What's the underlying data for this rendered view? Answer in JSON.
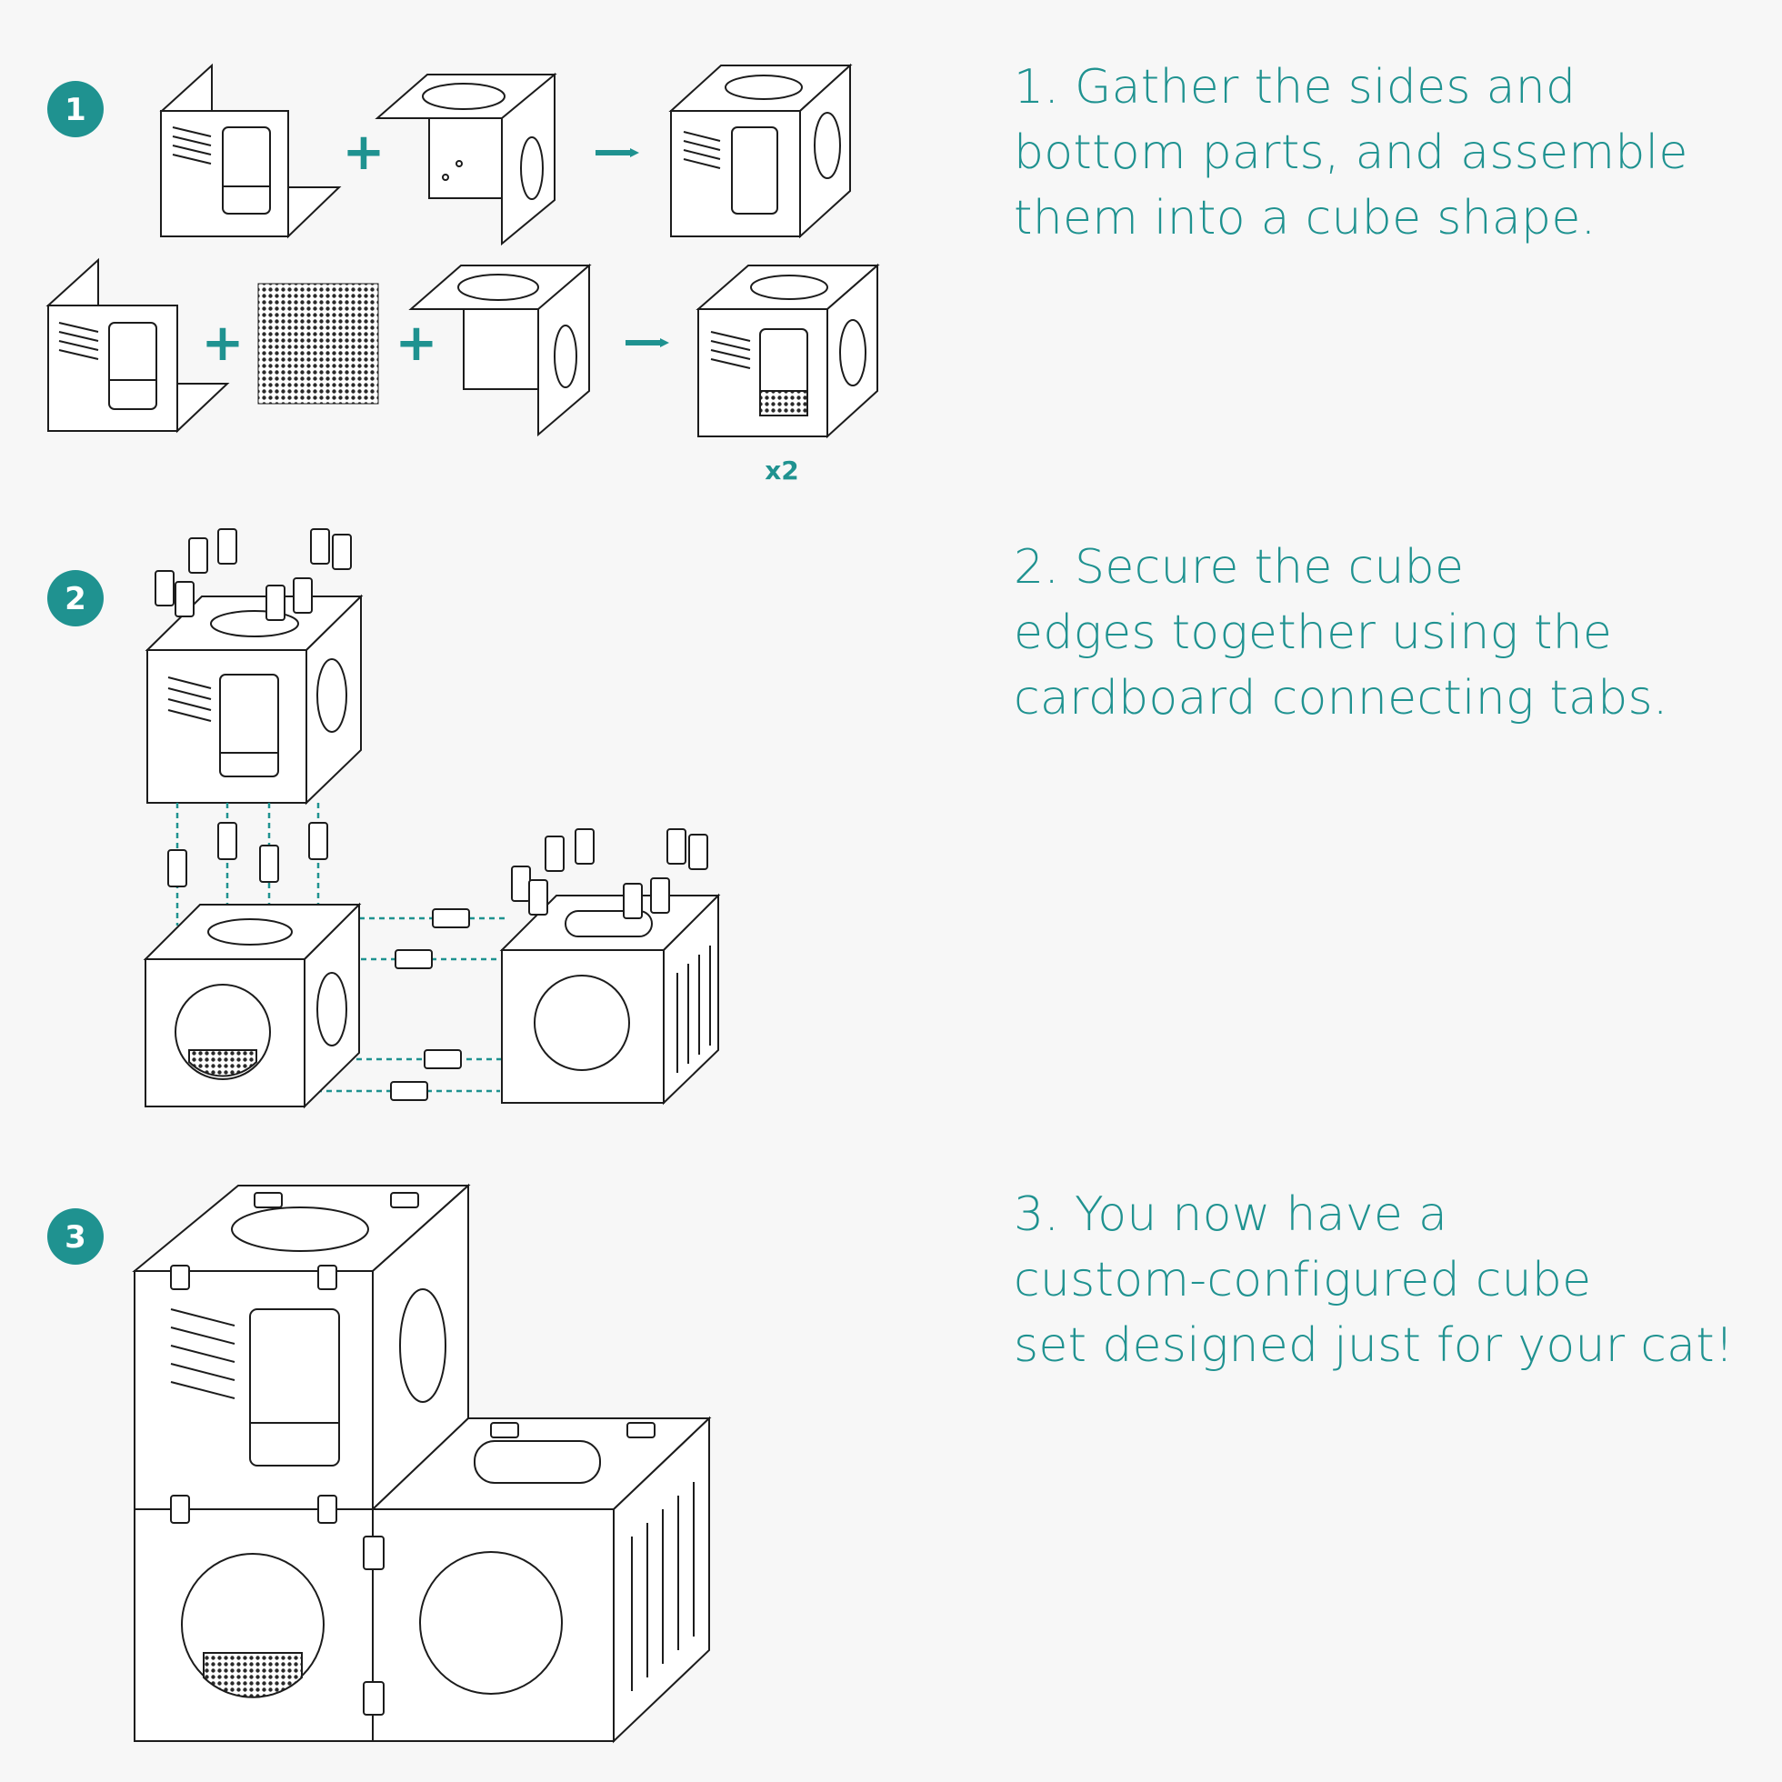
{
  "colors": {
    "accent": "#1f9290",
    "line": "#1c1c1c",
    "background": "#f7f7f7"
  },
  "steps": [
    {
      "number": "1",
      "lines": [
        "1. Gather the sides and",
        "bottom parts, and assemble",
        "them into a cube shape."
      ],
      "plus": "+",
      "multiplier": "x2"
    },
    {
      "number": "2",
      "lines": [
        "2. Secure the cube",
        "edges together using the",
        "cardboard connecting tabs."
      ]
    },
    {
      "number": "3",
      "lines": [
        "3. You now have a",
        "custom-configured cube",
        "set designed just for your cat!"
      ]
    }
  ]
}
